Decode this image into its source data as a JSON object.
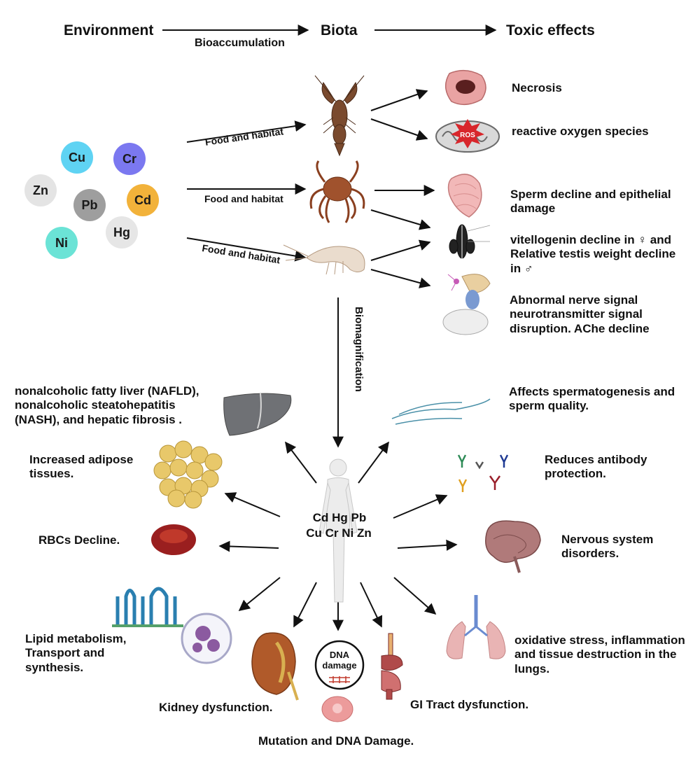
{
  "header": {
    "environment": "Environment",
    "biota": "Biota",
    "toxic_effects": "Toxic effects",
    "bioaccumulation": "Bioaccumulation"
  },
  "metals": [
    {
      "symbol": "Cu",
      "color": "#5fd3f3"
    },
    {
      "symbol": "Cr",
      "color": "#7b78f0"
    },
    {
      "symbol": "Zn",
      "color": "#e4e4e4"
    },
    {
      "symbol": "Pb",
      "color": "#9e9e9e"
    },
    {
      "symbol": "Cd",
      "color": "#f2b23a"
    },
    {
      "symbol": "Ni",
      "color": "#6be3d6"
    },
    {
      "symbol": "Hg",
      "color": "#e6e6e6"
    }
  ],
  "pathways": {
    "food_habitat_1": "Food and habitat",
    "food_habitat_2": "Food and habitat",
    "food_habitat_3": "Food and habitat",
    "biomagnification": "Biomagnification"
  },
  "aquatic_effects": {
    "necrosis": "Necrosis",
    "ros": "reactive oxygen species",
    "ros_badge": "ROS",
    "sperm": "Sperm decline and epithelial\ndamage",
    "vitellogenin": "vitellogenin decline in ♀ and\nRelative testis weight decline\nin  ♂",
    "nerve": "Abnormal nerve signal\nneurotransmitter signal\ndisruption. AChe decline"
  },
  "human": {
    "metals_line1": "Cd Hg Pb",
    "metals_line2": "Cu Cr Ni Zn"
  },
  "human_effects": {
    "nafld": "nonalcoholic fatty liver (NAFLD),\nnonalcoholic steatohepatitis\n(NASH), and hepatic fibrosis .",
    "adipose": "Increased adipose\ntissues.",
    "rbc": "RBCs Decline.",
    "lipid": "Lipid metabolism,\nTransport and\nsynthesis.",
    "kidney": "Kidney dysfunction.",
    "dna_badge": "DNA\ndamage",
    "mutation": "Mutation and DNA Damage.",
    "gi": "GI Tract dysfunction.",
    "lungs": "oxidative stress, inflammation\nand tissue destruction in the\nlungs.",
    "nervous": "Nervous system\ndisorders.",
    "antibody": "Reduces antibody\nprotection.",
    "spermatogenesis": "Affects spermatogenesis and\nsperm quality."
  },
  "colors": {
    "arrow": "#111111",
    "tissue_pink": "#f2b8b8",
    "blood_red": "#9a1f1f",
    "fat_yellow": "#e8c86a",
    "receptor_blue": "#2a7fb0",
    "brain": "#b07a7a",
    "lobster": "#7a4a2e",
    "crab": "#a0522d",
    "shrimp": "#e8d8c8"
  }
}
